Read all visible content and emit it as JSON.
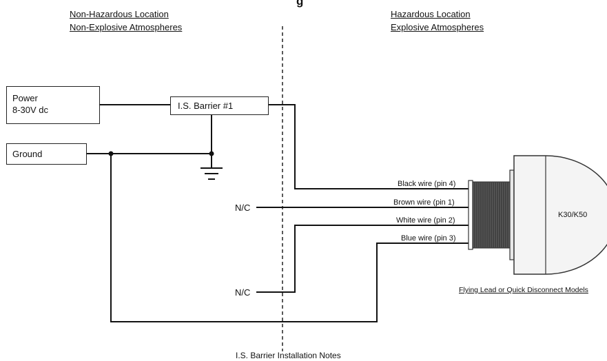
{
  "header": {
    "title_fragment": "g",
    "left_zone": [
      "Non-Hazardous Location",
      "Non-Explosive Atmospheres"
    ],
    "right_zone": [
      "Hazardous Location",
      "Explosive Atmospheres"
    ]
  },
  "blocks": {
    "power": [
      "Power",
      "8-30V dc"
    ],
    "ground": "Ground",
    "barrier": "I.S. Barrier #1"
  },
  "wires": {
    "black": "Black wire (pin 4)",
    "brown": "Brown wire (pin 1)",
    "white": "White wire (pin 2)",
    "blue": "Blue wire (pin 3)"
  },
  "nc_label": "N/C",
  "sensor": {
    "model": "K30/K50",
    "caption": "Flying Lead or Quick Disconnect Models"
  },
  "footer": "I.S. Barrier Installation Notes"
}
